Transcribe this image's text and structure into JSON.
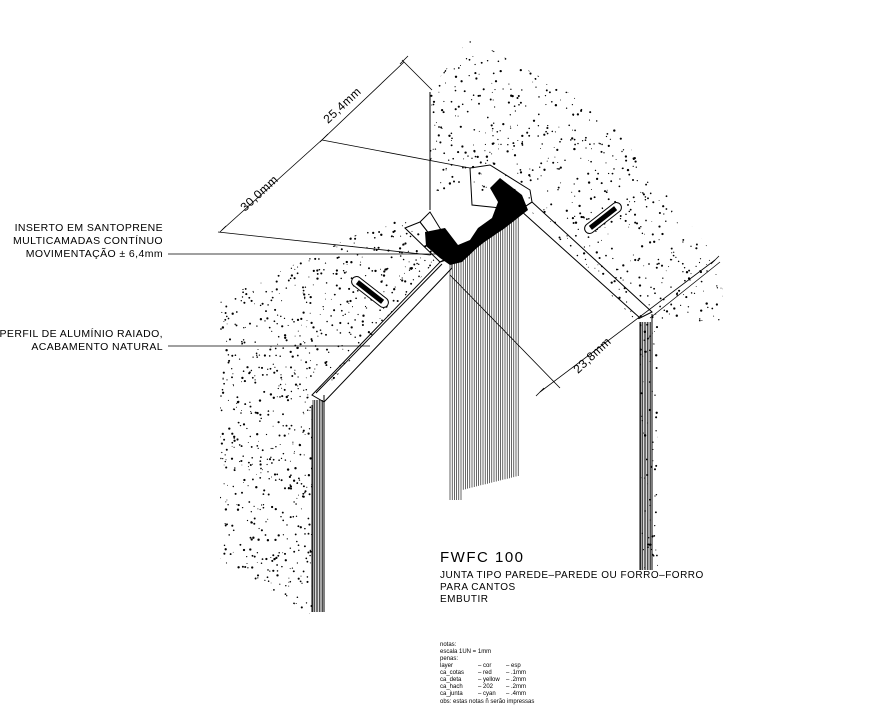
{
  "drawing": {
    "callouts": [
      {
        "lines": [
          "INSERTO EM SANTOPRENE",
          "MULTICAMADAS CONTÍNUO",
          "MOVIMENTAÇÃO ± 6,4mm"
        ]
      },
      {
        "lines": [
          "PERFIL DE ALUMÍNIO RAIADO,",
          "ACABAMENTO NATURAL"
        ]
      }
    ],
    "dimensions": {
      "d1": "25,4mm",
      "d2": "30,0mm",
      "d3": "23,8mm"
    },
    "title": "FWFC 100",
    "subtitle_lines": [
      "JUNTA TIPO PAREDE–PAREDE OU FORRO–FORRO",
      "PARA CANTOS",
      "EMBUTIR"
    ],
    "notes": {
      "heading": "notas:",
      "scale": "escala 1UN = 1mm",
      "pens": "penas:",
      "rows": [
        [
          "layer",
          "– cor",
          "– esp"
        ],
        [
          "ca_cotas",
          "– red",
          "– .1mm"
        ],
        [
          "ca_deta",
          "– yellow",
          "– .2mm"
        ],
        [
          "ca_hach",
          "– 202",
          "– .2mm"
        ],
        [
          "ca_junta",
          "– cyan",
          "– .4mm"
        ]
      ],
      "footer": "obs: estas notas ñ serão impressas"
    }
  }
}
